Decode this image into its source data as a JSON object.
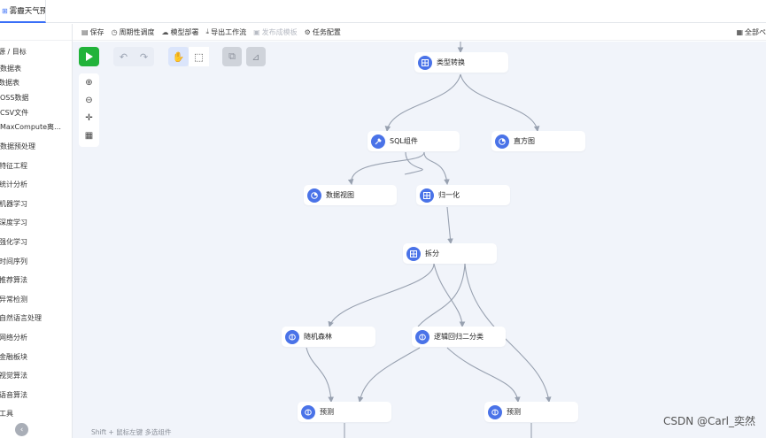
{
  "tab": {
    "title": "雾霾天气预测",
    "mark": "⊞"
  },
  "toolbar": {
    "items": [
      {
        "label": "保存",
        "icon": "save-icon",
        "glyph": "▤"
      },
      {
        "label": "周期性调度",
        "icon": "clock-icon",
        "glyph": "◷"
      },
      {
        "label": "模型部署",
        "icon": "cloud-icon",
        "glyph": "☁"
      },
      {
        "label": "导出工作流",
        "icon": "export-icon",
        "glyph": "⤓"
      },
      {
        "label": "发布成模板",
        "icon": "template-icon",
        "glyph": "▣",
        "disabled": true
      },
      {
        "label": "任务配置",
        "icon": "settings-check-icon",
        "glyph": "⚙"
      }
    ],
    "right_label": "全部ペ",
    "right_icon": "calendar-icon",
    "right_glyph": "▦"
  },
  "sidebar": {
    "items": [
      "源 / 目标",
      "数据表",
      "数据表",
      "OSS数据",
      "CSV文件",
      "MaxCompute离…",
      "数据预处理",
      "特征工程",
      "统计分析",
      "机器学习",
      "深度学习",
      "强化学习",
      "时间序列",
      "推荐算法",
      "异常检测",
      "自然语言处理",
      "网络分析",
      "金融板块",
      "视觉算法",
      "语音算法",
      "工具"
    ],
    "collapse_glyph": "‹"
  },
  "canvas": {
    "controls": {
      "undo_glyph": "↶",
      "redo_glyph": "↷",
      "hand_glyph": "✋",
      "select_glyph": "⬚",
      "copy_glyph": "⧉",
      "chart_glyph": "⊿"
    },
    "zoom": {
      "in_glyph": "⊕",
      "out_glyph": "⊖",
      "fit_glyph": "✛",
      "minimap_glyph": "▦"
    },
    "nodes": [
      {
        "label": "类型转换",
        "icon": "grid-icon"
      },
      {
        "label": "SQL组件",
        "icon": "wrench-icon"
      },
      {
        "label": "直方图",
        "icon": "pie-chart-icon"
      },
      {
        "label": "数据视图",
        "icon": "pie-chart-icon"
      },
      {
        "label": "归一化",
        "icon": "grid-icon"
      },
      {
        "label": "拆分",
        "icon": "grid-icon"
      },
      {
        "label": "随机森林",
        "icon": "brain-icon"
      },
      {
        "label": "逻辑回归二分类",
        "icon": "brain-icon"
      },
      {
        "label": "预测",
        "icon": "brain-icon"
      },
      {
        "label": "预测",
        "icon": "brain-icon"
      }
    ],
    "hint": "Shift + 鼠标左键 多选组件",
    "watermark": "CSDN @Carl_奕然"
  },
  "colors": {
    "accent": "#3a6ff7",
    "run": "#21b33a",
    "node_icon": "#4a73e8",
    "canvas_bg": "#f1f4fa",
    "edge": "#98a1b0"
  }
}
